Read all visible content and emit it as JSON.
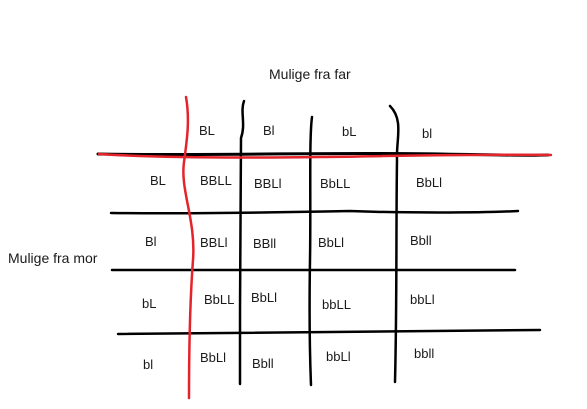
{
  "father_title": "Mulige fra far",
  "mother_title": "Mulige fra mor",
  "father_gametes": [
    "BL",
    "Bl",
    "bL",
    "bl"
  ],
  "mother_gametes": [
    "BL",
    "Bl",
    "bL",
    "bl"
  ],
  "cells": [
    [
      "BBLL",
      "BBLl",
      "BbLL",
      "BbLl"
    ],
    [
      "BBLl",
      "BBll",
      "BbLl",
      "Bbll"
    ],
    [
      "BbLL",
      "BbLl",
      "bbLL",
      "bbLl"
    ],
    [
      "BbLl",
      "Bbll",
      "bbLl",
      "bbll"
    ]
  ],
  "colors": {
    "ink": "#000000",
    "highlight": "#e3252b"
  }
}
